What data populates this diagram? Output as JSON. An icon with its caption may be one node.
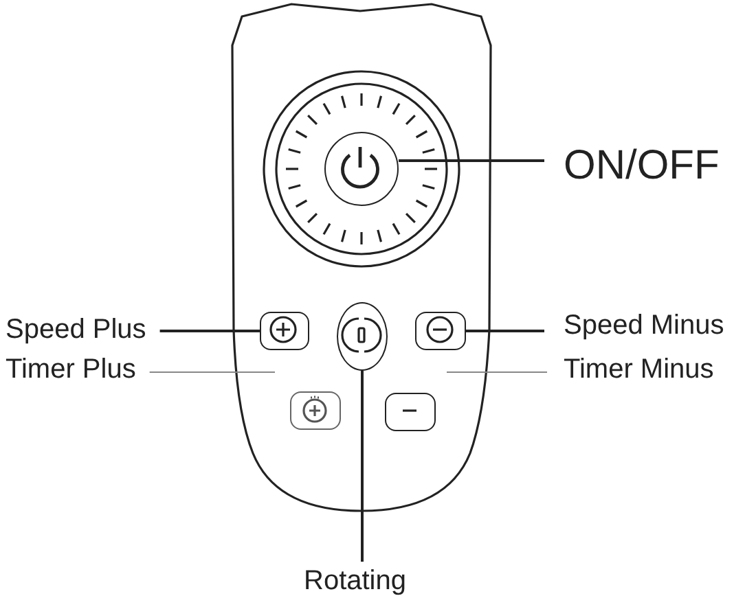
{
  "diagram": {
    "nodes": [
      {
        "text": [
          "ON/OFF"
        ]
      },
      {
        "text": [
          "Speed Plus"
        ]
      },
      {
        "text": [
          "Timer Plus"
        ]
      },
      {
        "text": [
          "Speed Minus"
        ]
      },
      {
        "text": [
          "Timer Minus"
        ]
      },
      {
        "text": [
          "Rotating"
        ]
      },
      {
        "text": [],
        "shape": "circle"
      },
      {
        "text": [],
        "shape": "box"
      },
      {
        "text": [],
        "shape": "ellipse"
      },
      {
        "text": [],
        "shape": "box"
      },
      {
        "text": [],
        "shape": "box"
      },
      {
        "text": [],
        "shape": "box"
      }
    ],
    "edges": [
      {
        "from": 0,
        "to": 6,
        "arrow": "none"
      },
      {
        "from": 1,
        "to": 7,
        "arrow": "none"
      },
      {
        "from": 2,
        "to": null,
        "arrow": "none",
        "color": "#888888"
      },
      {
        "from": 3,
        "to": 9,
        "arrow": "none"
      },
      {
        "from": 4,
        "to": null,
        "arrow": "none",
        "color": "#888888"
      },
      {
        "from": 5,
        "to": 8,
        "arrow": "none"
      }
    ]
  }
}
